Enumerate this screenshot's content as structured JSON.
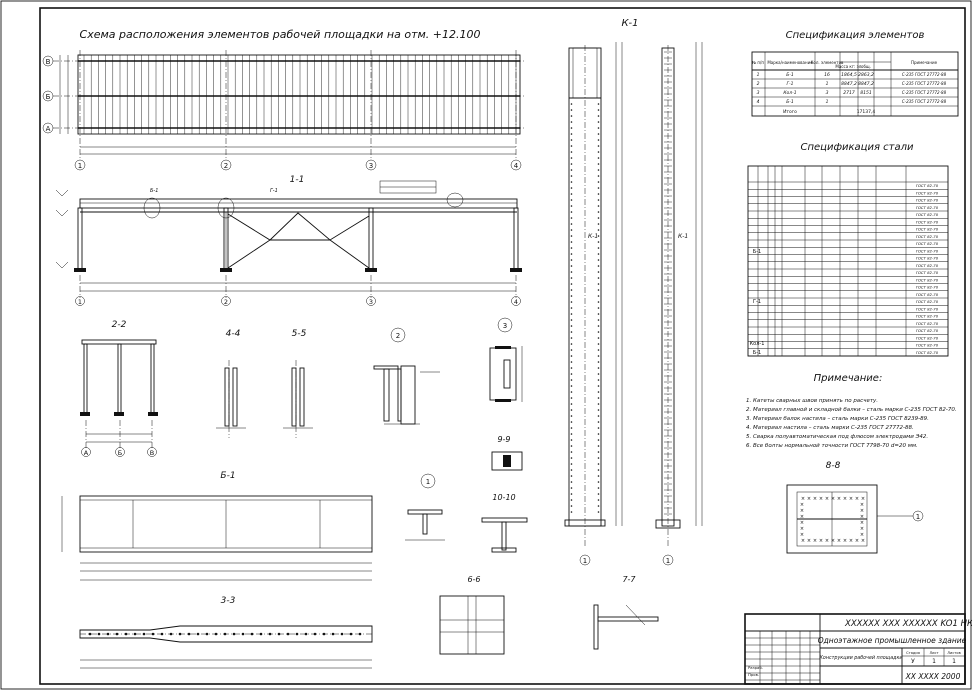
{
  "titles": {
    "plan": "Схема расположения элементов рабочей площадки на отм. +12.100",
    "section_1_1": "1-1",
    "section_2_2": "2-2",
    "section_4_4": "4-4",
    "section_5_5": "5-5",
    "detail_2": "2",
    "detail_3": "3",
    "section_9_9": "9-9",
    "detail_1": "1",
    "section_10_10": "10-10",
    "beam_b1": "Б-1",
    "section_3_3": "3-3",
    "section_6_6": "6-6",
    "section_7_7": "7-7",
    "column_k1": "К-1",
    "section_8_8": "8-8",
    "spec_elements": "Спецификация элементов",
    "spec_steel": "Спецификация стали",
    "notes_title": "Примечание:"
  },
  "axes": {
    "rows": [
      "В",
      "Б",
      "А"
    ],
    "cols": [
      "1",
      "2",
      "3",
      "4"
    ],
    "cols_2_2": [
      "А",
      "Б",
      "В"
    ],
    "col_axis": "1"
  },
  "spec_elements": {
    "headers": [
      "№ п/п",
      "Марка/наименование",
      "Кол. элементов",
      "Масса кг: эл.",
      "общ.",
      "Примечание"
    ],
    "rows": [
      [
        "1",
        "Б-1",
        "16",
        "1864,5",
        "2863,2",
        "С-235  ГОСТ 27772-88"
      ],
      [
        "2",
        "Г-1",
        "1",
        "8847,2",
        "8847,2",
        "С-235  ГОСТ 27772-88"
      ],
      [
        "3",
        "Кол-1",
        "3",
        "2717",
        "8151",
        "С-235  ГОСТ 27772-88"
      ],
      [
        "4",
        "Б-1",
        "1",
        "",
        "",
        "С-235  ГОСТ 27772-88"
      ]
    ],
    "total_label": "Итого",
    "total_value": "17137,4"
  },
  "spec_steel": {
    "rows": 24,
    "groups": [
      "Б-1",
      "Г-1",
      "Кол-1",
      "Б-1"
    ],
    "standard_text": "ГОСТ 82-70"
  },
  "notes": [
    "1. Катеты сварных швов принять по расчету.",
    "2. Материал главной и складной балки – сталь марки С-235 ГОСТ 82-70.",
    "3. Материал балок настила – сталь марки С-235 ГОСТ 8239-89.",
    "4. Материал настила – сталь марки С-235 ГОСТ 27772-88.",
    "5. Сварка полуавтоматическая под флюсом электродами Э42.",
    "6. Все болты нормальной точности ГОСТ 7798-70 d=20 мм."
  ],
  "stamp": {
    "code": "XXXXXX  XXX  XXXXXX  KO1  НК",
    "title": "Одноэтажное промышленное здание",
    "subtitle": "Конструкции рабочей площадки",
    "org": "ХХ ХХХХ  2000",
    "sheet_labels": [
      "Стадия",
      "Лист",
      "Листов"
    ],
    "sheet_values": [
      "У",
      "1",
      "1"
    ],
    "left_cols": [
      "Разраб.",
      "Пров."
    ]
  },
  "marks": {
    "beam": "Б-1",
    "column": "К-1",
    "girder": "Г-1"
  }
}
